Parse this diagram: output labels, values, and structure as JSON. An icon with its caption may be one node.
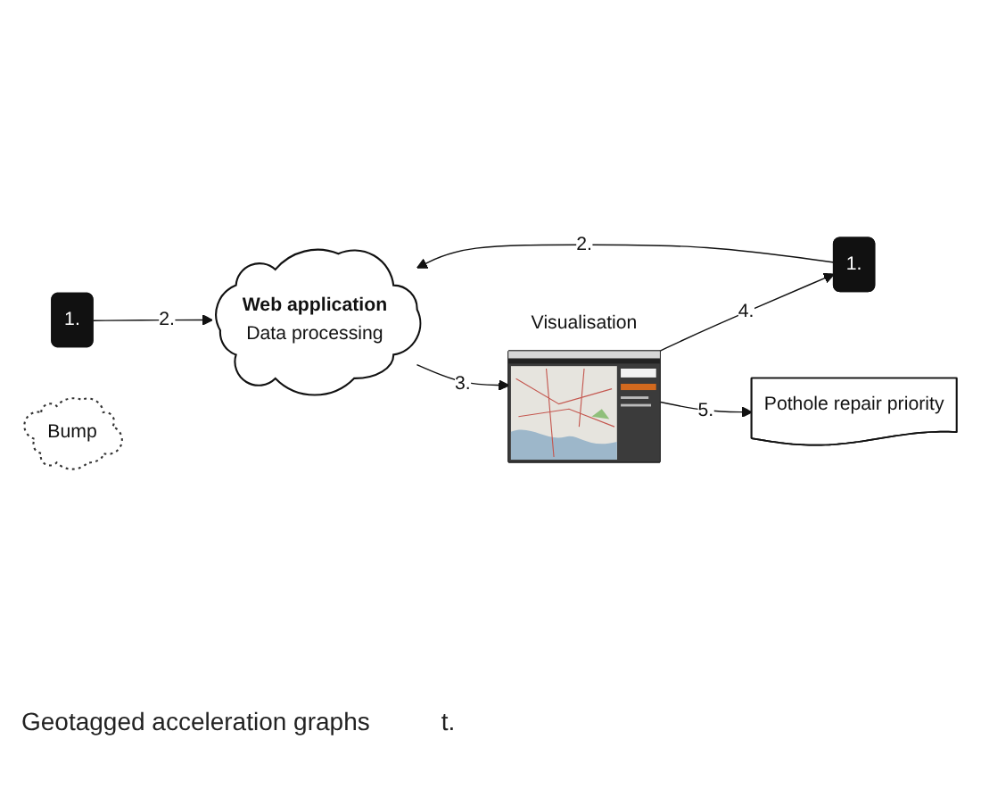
{
  "diagram": {
    "nodes": [
      {
        "text": [
          "Web application",
          "Data processing"
        ]
      },
      {
        "text": [
          "Visualisation"
        ]
      },
      {
        "text": [
          "1."
        ]
      },
      {
        "text": [
          "Bump"
        ]
      },
      {
        "text": [
          "1."
        ]
      },
      {
        "text": [
          "Pothole repair priority"
        ]
      }
    ],
    "edges": [
      {
        "from": 2,
        "to": 0,
        "arrow": "to",
        "label": "2."
      },
      {
        "from": 4,
        "to": 0,
        "arrow": "to",
        "label": "2."
      },
      {
        "from": 0,
        "to": 1,
        "arrow": "to",
        "label": "3."
      },
      {
        "from": 1,
        "to": 4,
        "arrow": "to",
        "label": "4."
      },
      {
        "from": 1,
        "to": 5,
        "arrow": "to",
        "label": "5."
      }
    ],
    "labels": [
      "Geotagged acceleration graphs",
      "t."
    ]
  }
}
